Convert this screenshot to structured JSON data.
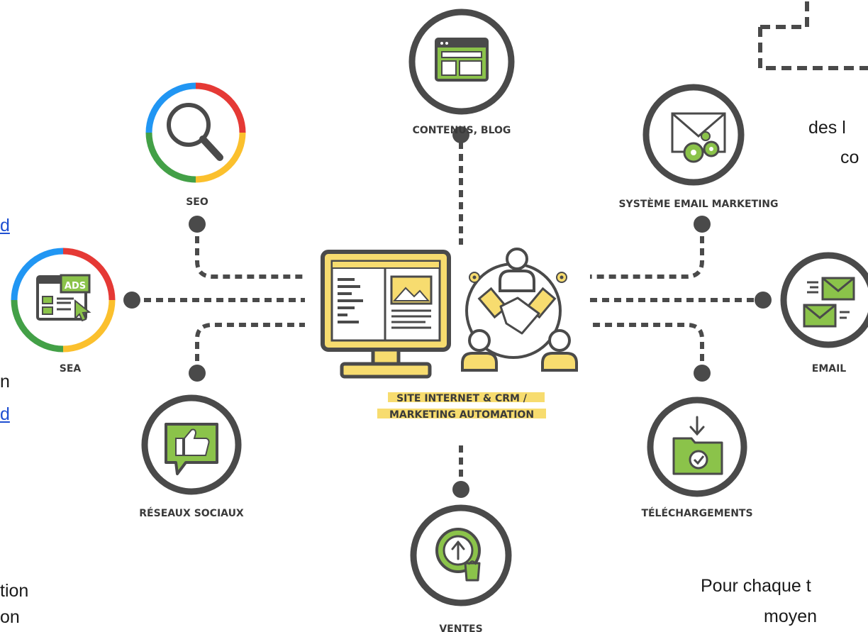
{
  "diagram": {
    "center_label_line1": "SITE INTERNET & CRM /",
    "center_label_line2": "MARKETING AUTOMATION",
    "nodes": {
      "contenus_blog": "CONTENUS, BLOG",
      "seo": "SEO",
      "sea": "SEA",
      "reseaux_sociaux": "RÉSEAUX SOCIAUX",
      "ventes": "VENTES",
      "email_marketing": "SYSTÈME EMAIL MARKETING",
      "email": "EMAIL",
      "telechargements": "TÉLÉCHARGEMENTS"
    }
  },
  "slide_text": {
    "left_link_1": "d",
    "left_text_1": "n",
    "left_link_2": "d",
    "left_text_2": "tion",
    "left_text_3": "on",
    "right_text_1": "des l",
    "right_text_2": "co",
    "right_text_3": "Pour chaque t",
    "right_text_4": "moyen"
  },
  "colors": {
    "dark": "#4a4a4a",
    "yellow": "#f7dc6f",
    "green": "#8bc34a",
    "google_blue": "#2196f3",
    "google_red": "#e53935",
    "google_yellow": "#fbc02d",
    "google_green": "#43a047"
  }
}
